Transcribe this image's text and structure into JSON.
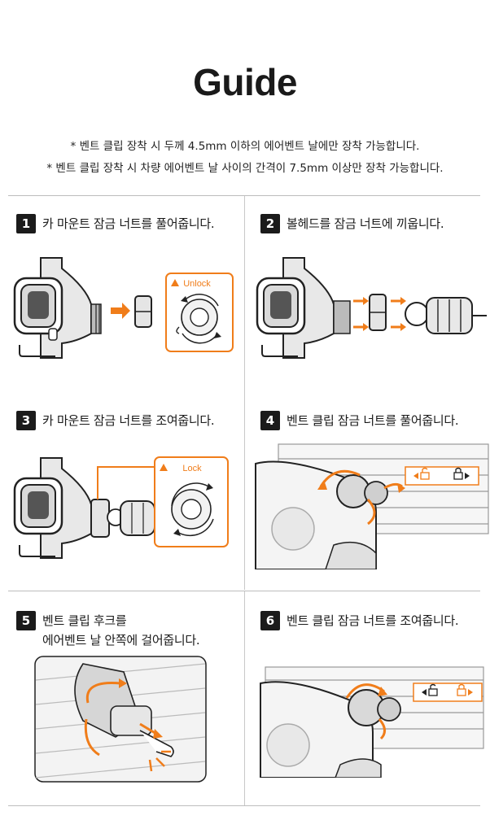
{
  "title": "Guide",
  "notes": [
    "* 벤트 클립 장착 시 두께 4.5mm 이하의 에어벤트 날에만 장착 가능합니다.",
    "* 벤트 클립 장착 시 차량 에어벤트 날 사이의 간격이 7.5mm 이상만 장착 가능합니다."
  ],
  "steps": [
    {
      "number": "1",
      "text": "카 마운트 잠금 너트를 풀어줍니다.",
      "tag": "Unlock"
    },
    {
      "number": "2",
      "text": "볼헤드를 잠금 너트에 끼웁니다."
    },
    {
      "number": "3",
      "text": "카 마운트 잠금 너트를 조여줍니다.",
      "tag": "Lock"
    },
    {
      "number": "4",
      "text": "벤트 클립 잠금 너트를 풀어줍니다."
    },
    {
      "number": "5",
      "text_line1": "벤트 클립 후크를",
      "text_line2": "에어벤트 날 안쪽에 걸어줍니다."
    },
    {
      "number": "6",
      "text": "벤트 클립 잠금 너트를 조여줍니다."
    }
  ],
  "colors": {
    "accent": "#f07d1a",
    "dark": "#1b1b1b",
    "line": "#bdbdbd"
  }
}
